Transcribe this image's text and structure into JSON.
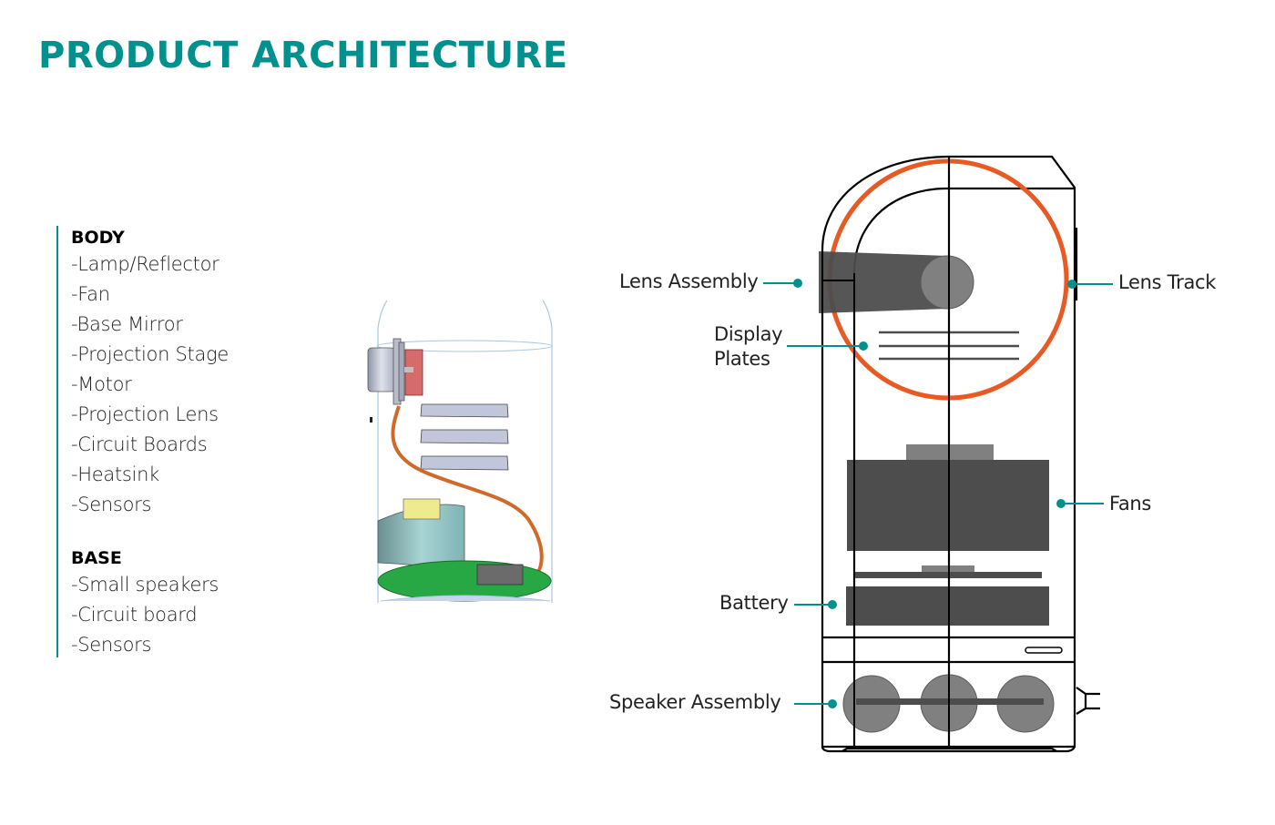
{
  "title": "PRODUCT ARCHITECTURE",
  "colors": {
    "accent": "#00918F",
    "lens_track": "#E85A24",
    "component_dark": "#4D4D4D",
    "component_light": "#808080",
    "outline": "#000000"
  },
  "specs": {
    "body": {
      "heading": "BODY",
      "items": [
        "-Lamp/Reflector",
        "-Fan",
        "-Base Mirror",
        "-Projection Stage",
        "-Motor",
        "-Projection Lens",
        "-Circuit Boards",
        "-Heatsink",
        "-Sensors"
      ]
    },
    "base": {
      "heading": "BASE",
      "items": [
        "-Small speakers",
        "-Circuit board",
        "-Sensors"
      ]
    }
  },
  "callouts": {
    "lens_assembly": "Lens Assembly",
    "display_plates_1": "Display",
    "display_plates_2": "Plates",
    "lens_track": "Lens Track",
    "fans": "Fans",
    "battery": "Battery",
    "speaker_assembly": "Speaker Assembly"
  }
}
